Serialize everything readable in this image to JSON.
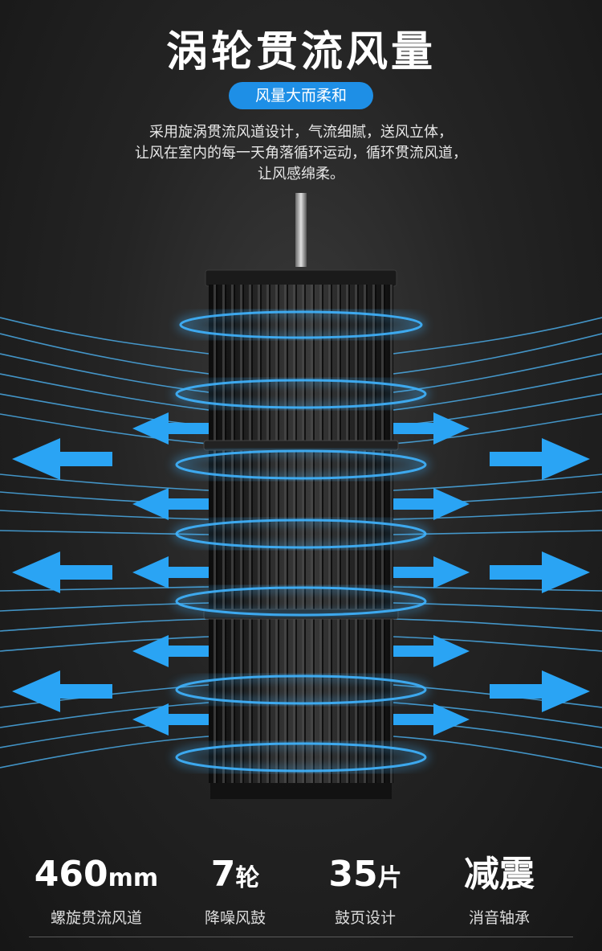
{
  "header": {
    "title": "涡轮贯流风量",
    "badge": "风量大而柔和",
    "description": [
      "采用旋涡贯流风道设计，气流细腻，送风立体，",
      "让风在室内的每一天角落循环运动，循环贯流风道，",
      "让风感绵柔。"
    ]
  },
  "colors": {
    "accent": "#1e8fe6",
    "airflow": "#3fb4ff",
    "background": "#1e1e1e"
  },
  "illustration": {
    "object": "cross-flow-fan-impeller",
    "icon": "airflow-arrows"
  },
  "stats": [
    {
      "value": "460",
      "unit": "mm",
      "label": "螺旋贯流风道"
    },
    {
      "value": "7",
      "unit": "轮",
      "label": "降噪风鼓"
    },
    {
      "value": "35",
      "unit": "片",
      "label": "鼓页设计"
    },
    {
      "value": "减震",
      "unit": "",
      "label": "消音轴承"
    }
  ]
}
